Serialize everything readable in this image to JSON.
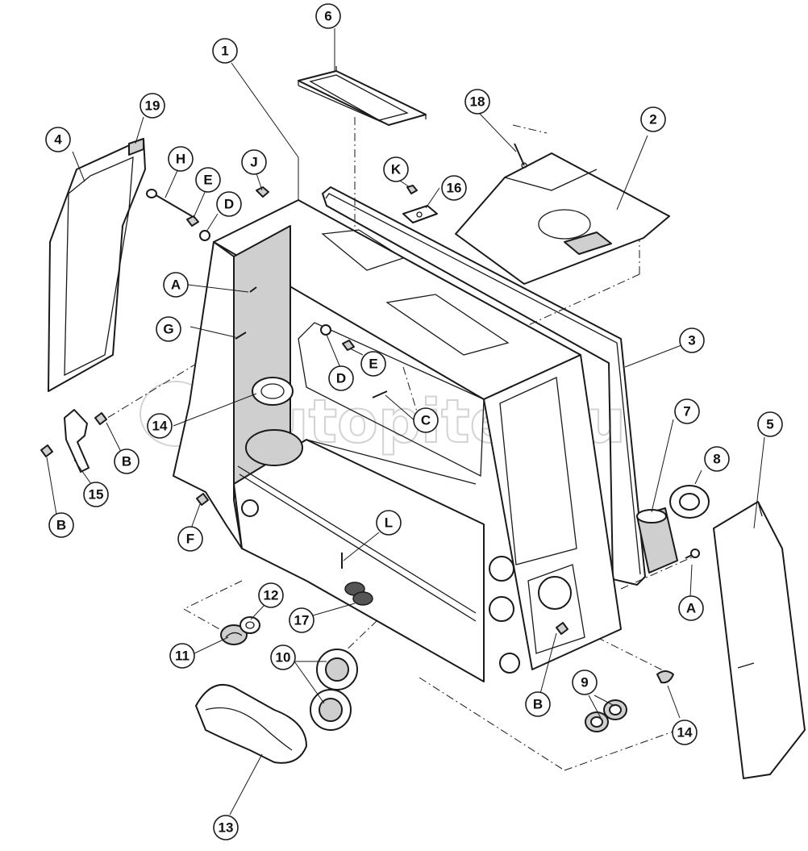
{
  "watermark": "autopiter.ru",
  "callouts": [
    {
      "id": "c1",
      "label": "1"
    },
    {
      "id": "c2",
      "label": "2"
    },
    {
      "id": "c3",
      "label": "3"
    },
    {
      "id": "c4",
      "label": "4"
    },
    {
      "id": "c5",
      "label": "5"
    },
    {
      "id": "c6",
      "label": "6"
    },
    {
      "id": "c7",
      "label": "7"
    },
    {
      "id": "c8",
      "label": "8"
    },
    {
      "id": "c9",
      "label": "9"
    },
    {
      "id": "c10",
      "label": "10"
    },
    {
      "id": "c11",
      "label": "11"
    },
    {
      "id": "c12",
      "label": "12"
    },
    {
      "id": "c13",
      "label": "13"
    },
    {
      "id": "c14a",
      "label": "14"
    },
    {
      "id": "c14b",
      "label": "14"
    },
    {
      "id": "c15",
      "label": "15"
    },
    {
      "id": "c16",
      "label": "16"
    },
    {
      "id": "c17",
      "label": "17"
    },
    {
      "id": "c18",
      "label": "18"
    },
    {
      "id": "c19",
      "label": "19"
    },
    {
      "id": "cA1",
      "label": "A"
    },
    {
      "id": "cA2",
      "label": "A"
    },
    {
      "id": "cB1",
      "label": "B"
    },
    {
      "id": "cB2",
      "label": "B"
    },
    {
      "id": "cB3",
      "label": "B"
    },
    {
      "id": "cC",
      "label": "C"
    },
    {
      "id": "cD1",
      "label": "D"
    },
    {
      "id": "cD2",
      "label": "D"
    },
    {
      "id": "cE1",
      "label": "E"
    },
    {
      "id": "cE2",
      "label": "E"
    },
    {
      "id": "cF",
      "label": "F"
    },
    {
      "id": "cG",
      "label": "G"
    },
    {
      "id": "cH",
      "label": "H"
    },
    {
      "id": "cJ",
      "label": "J"
    },
    {
      "id": "cK",
      "label": "K"
    },
    {
      "id": "cL",
      "label": "L"
    }
  ]
}
